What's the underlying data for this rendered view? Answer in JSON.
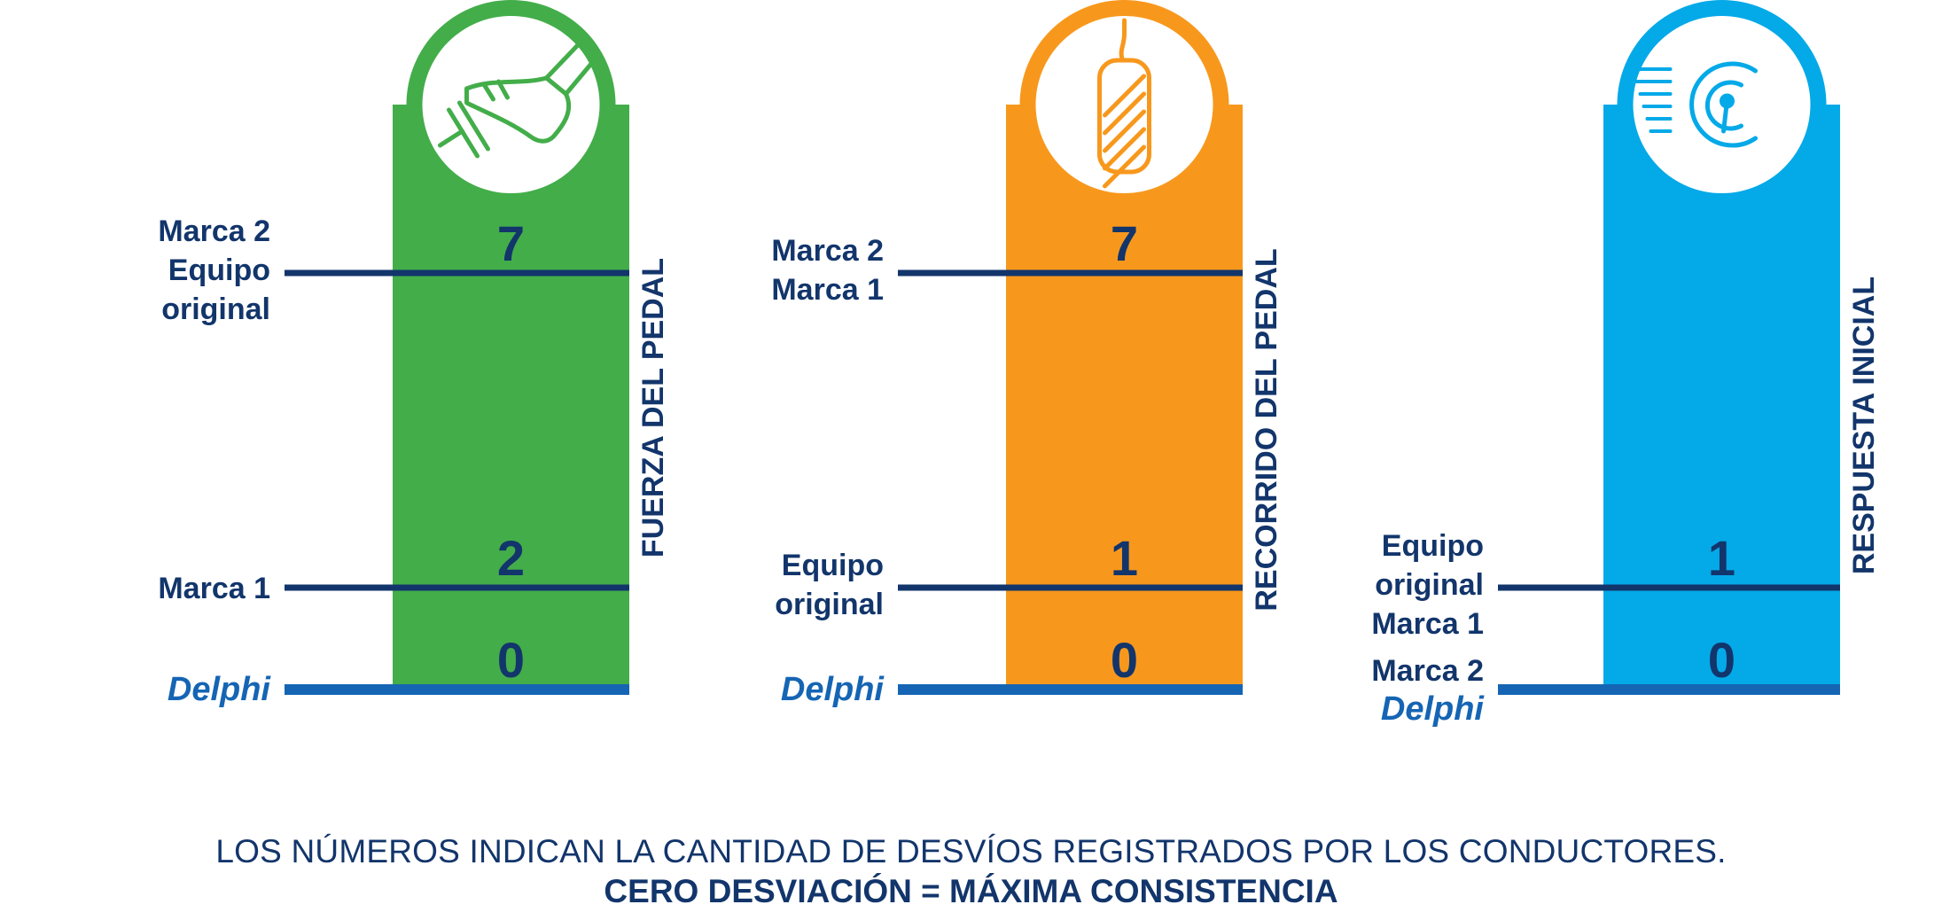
{
  "colors": {
    "navy": "#12356b",
    "delphi_blue": "#1565b4",
    "green": "#43ad4a",
    "orange": "#f7981d",
    "blue": "#04a9e8"
  },
  "chart_data": [
    {
      "type": "bar",
      "title": "FUERZA DEL PEDAL",
      "color": "#43ad4a",
      "icon": "foot-on-pedal-icon",
      "ylim": [
        0,
        7
      ],
      "scale": [
        0,
        2,
        7
      ],
      "categories": [
        "Marca 2",
        "Equipo original",
        "Marca 1",
        "Delphi"
      ],
      "values": [
        7,
        7,
        2,
        0
      ],
      "ticks": [
        {
          "value": 7,
          "label": "7",
          "brands": [
            "Marca 2",
            "Equipo",
            "original"
          ]
        },
        {
          "value": 2,
          "label": "2",
          "brands": [
            "Marca 1"
          ]
        },
        {
          "value": 0,
          "label": "0",
          "brands": [
            "Delphi"
          ]
        }
      ]
    },
    {
      "type": "bar",
      "title": "RECORRIDO DEL PEDAL",
      "color": "#f7981d",
      "icon": "brake-pedal-icon",
      "ylim": [
        0,
        7
      ],
      "scale": [
        0,
        1,
        7
      ],
      "categories": [
        "Marca 2",
        "Marca 1",
        "Equipo original",
        "Delphi"
      ],
      "values": [
        7,
        7,
        1,
        0
      ],
      "ticks": [
        {
          "value": 7,
          "label": "7",
          "brands": [
            "Marca 2",
            "Marca 1"
          ]
        },
        {
          "value": 1,
          "label": "1",
          "brands": [
            "Equipo",
            "original"
          ]
        },
        {
          "value": 0,
          "label": "0",
          "brands": [
            "Delphi"
          ]
        }
      ]
    },
    {
      "type": "bar",
      "title": "RESPUESTA INICIAL",
      "color": "#04a9e8",
      "icon": "speedometer-icon",
      "ylim": [
        0,
        1
      ],
      "scale": [
        0,
        1
      ],
      "categories": [
        "Equipo original",
        "Marca 1",
        "Marca 2",
        "Delphi"
      ],
      "values": [
        1,
        1,
        0,
        0
      ],
      "ticks": [
        {
          "value": 1,
          "label": "1",
          "brands": [
            "Equipo",
            "original",
            "Marca 1"
          ]
        },
        {
          "value": 0,
          "label": "0",
          "brands": [
            "Marca 2",
            "Delphi"
          ]
        }
      ]
    }
  ],
  "caption": {
    "line1": "LOS NÚMEROS INDICAN LA CANTIDAD DE DESVÍOS REGISTRADOS POR LOS CONDUCTORES.",
    "line2": "CERO DESVIACIÓN = MÁXIMA CONSISTENCIA"
  }
}
